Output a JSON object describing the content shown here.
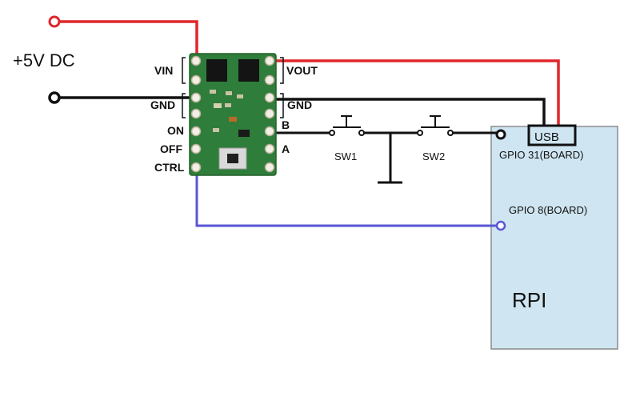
{
  "power_label": "+5V DC",
  "module_pins_left": {
    "vin": "VIN",
    "gnd": "GND",
    "on": "ON",
    "off": "OFF",
    "ctrl": "CTRL"
  },
  "module_pins_right": {
    "vout": "VOUT",
    "gnd": "GND",
    "b": "B",
    "a": "A"
  },
  "switches": [
    "SW1",
    "SW2"
  ],
  "rpi": {
    "title": "RPI",
    "usb": "USB",
    "gpio31": "GPIO 31(BOARD)",
    "gpio8": "GPIO 8(BOARD)"
  },
  "colors": {
    "power_wire": "#e0262b",
    "ground_wire": "#111111",
    "ctrl_wire": "#5a55d6",
    "rpi_fill": "#cfe5f1",
    "rpi_border": "#8c8c8c",
    "pcb": "#2f7d3a"
  }
}
